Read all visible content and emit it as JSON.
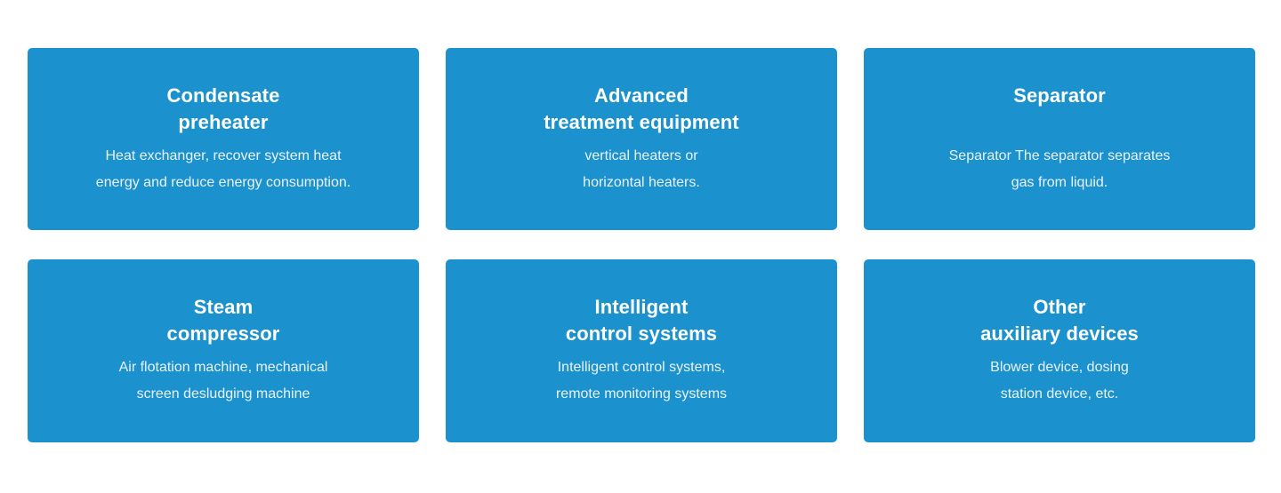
{
  "page": {
    "background_color": "#ffffff",
    "layout": "2x3-card-grid"
  },
  "theme": {
    "card_background": "#1b91ce",
    "title_color": "#ffffff",
    "description_color": "#f0f7fc"
  },
  "cards": [
    {
      "id": "condensate-preheater",
      "title": "Condensate\npreheater",
      "description": "Heat exchanger, recover system heat\nenergy and reduce energy consumption."
    },
    {
      "id": "advanced-treatment-equipment",
      "title": "Advanced\ntreatment equipment",
      "description": "vertical heaters or\nhorizontal heaters."
    },
    {
      "id": "separator",
      "title": "Separator",
      "description": "Separator The separator separates\ngas from liquid."
    },
    {
      "id": "steam-compressor",
      "title": "Steam\ncompressor",
      "description": "Air flotation machine, mechanical\nscreen desludging machine"
    },
    {
      "id": "intelligent-control-systems",
      "title": "Intelligent\ncontrol systems",
      "description": "Intelligent control systems,\nremote monitoring systems"
    },
    {
      "id": "other-auxiliary-devices",
      "title": "Other\nauxiliary devices",
      "description": "Blower device, dosing\nstation device, etc."
    }
  ]
}
